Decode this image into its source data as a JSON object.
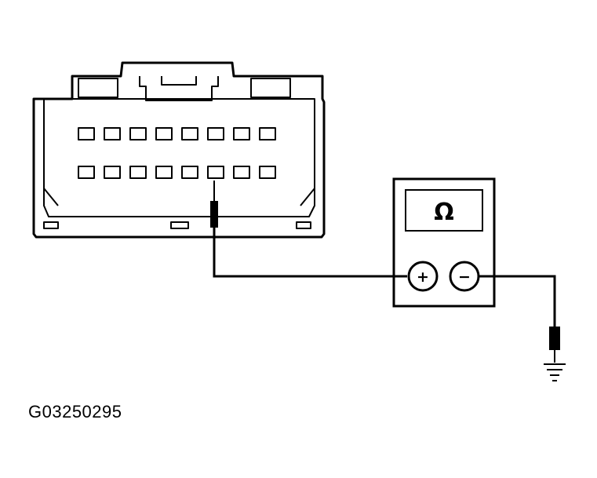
{
  "figure": {
    "id_label": "G03250295"
  },
  "meter": {
    "display_symbol": "Ω",
    "positive_label": "+",
    "negative_label": "−"
  },
  "connector": {
    "upper_row_pins": 8,
    "lower_row_pins": 8,
    "probed_pin_index": 5
  },
  "colors": {
    "line": "#000000",
    "background": "#ffffff"
  }
}
